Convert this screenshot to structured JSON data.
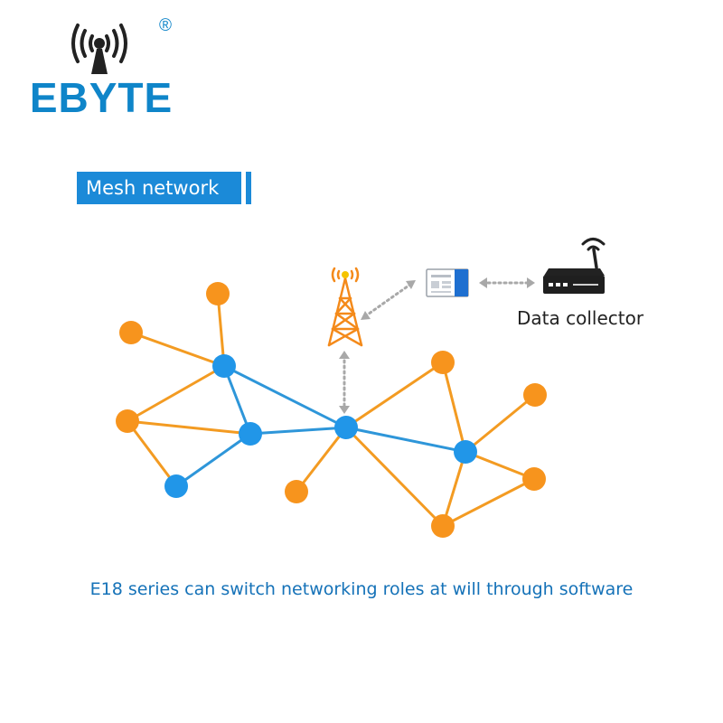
{
  "brand": {
    "name": "EBYTE",
    "registered_mark": "®",
    "color": "#0f85c9"
  },
  "section_title": "Mesh network",
  "collector_label": "Data collector",
  "caption": "E18 series can switch networking roles at will through software",
  "colors": {
    "primary": "#1b8ad8",
    "coordinator_node": "#2196e8",
    "router_node": "#f7941d",
    "blue_link": "#2e96d9",
    "orange_link": "#f39b22",
    "dotted_link": "#a8a8a8",
    "tower": "#f48a1a",
    "caption": "#1572b8"
  },
  "icons": {
    "logo": "antenna-signal-icon",
    "tower": "radio-tower-icon",
    "module": "wireless-module-icon",
    "collector": "router-icon"
  }
}
